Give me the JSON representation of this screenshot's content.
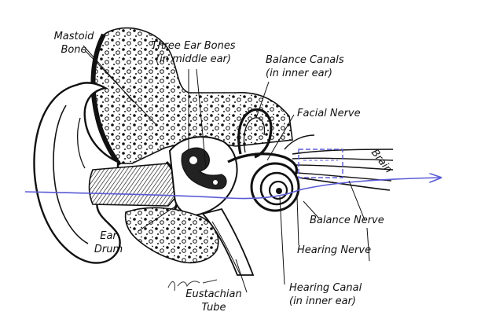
{
  "diagram": {
    "labels": {
      "mastoid_bone": [
        "Mastoid",
        "Bone"
      ],
      "three_ear_bones": [
        "Three Ear Bones",
        "(in middle ear)"
      ],
      "balance_canals": [
        "Balance Canals",
        "(in inner ear)"
      ],
      "facial_nerve": "Facial Nerve",
      "brain": "Brain",
      "balance_nerve": "Balance Nerve",
      "hearing_nerve": "Hearing Nerve",
      "ear_drum": [
        "Ear",
        "Drum"
      ],
      "hearing_canal": [
        "Hearing Canal",
        "(in inner ear)"
      ],
      "eustachian_tube": [
        "Eustachian",
        "Tube"
      ]
    },
    "colors": {
      "ink": "#111111",
      "annotation_blue": "#5a5ad6",
      "paper": "#ffffff"
    },
    "icon": "ear-anatomy-illustration"
  }
}
